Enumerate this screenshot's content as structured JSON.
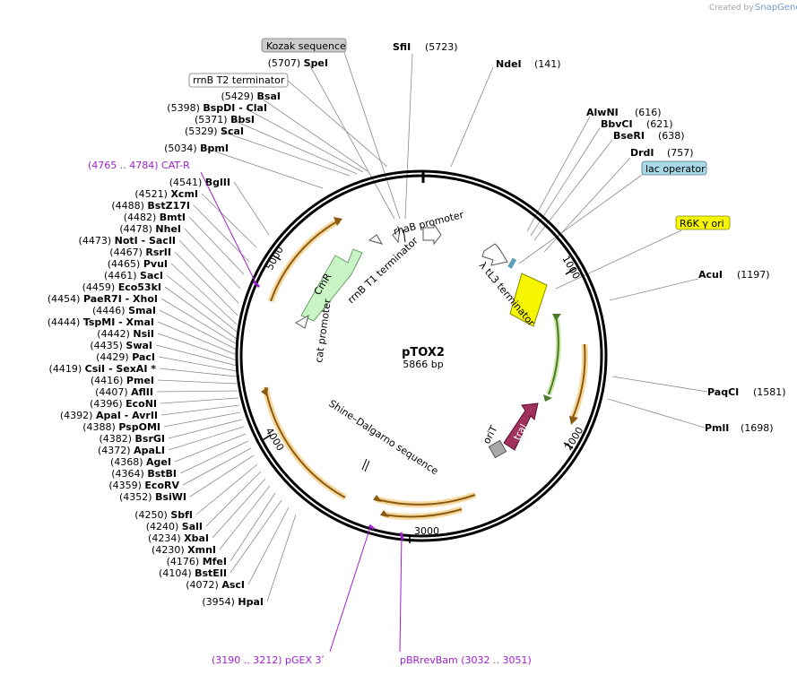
{
  "credit": {
    "created_by": "Created by",
    "app": "SnapGene"
  },
  "plasmid": {
    "name": "pTOX2",
    "size": "5866 bp"
  },
  "ticks": [
    {
      "label": "1000"
    },
    {
      "label": "2000"
    },
    {
      "label": "3000"
    },
    {
      "label": "4000"
    },
    {
      "label": "5000"
    }
  ],
  "features": {
    "kozak": "Kozak sequence",
    "rrnb_t2": "rrnB T2 terminator",
    "lac_operator": "lac operator",
    "r6k": "R6K γ ori",
    "rhab_promoter": "rhaB promoter",
    "rrnb_t1": "rrnB T1 terminator",
    "lambda_tl3": "λ tL3 terminator",
    "cmr": "CmR",
    "cat_promoter": "cat promoter",
    "shine_dalgarno": "Shine–Dalgarno sequence",
    "orit": "oriT",
    "traj": "traJ"
  },
  "top_enzymes": [
    {
      "name": "SfiI",
      "pos": "(5723)"
    },
    {
      "name": "NdeI",
      "pos": "(141)"
    }
  ],
  "right_enzymes": [
    {
      "name": "AlwNI",
      "pos": "(616)"
    },
    {
      "name": "BbvCI",
      "pos": "(621)"
    },
    {
      "name": "BseRI",
      "pos": "(638)"
    },
    {
      "name": "DrdI",
      "pos": "(757)"
    },
    {
      "name": "AcuI",
      "pos": "(1197)"
    },
    {
      "name": "PaqCI",
      "pos": "(1581)"
    },
    {
      "name": "PmlI",
      "pos": "(1698)"
    }
  ],
  "left_enzymes": [
    {
      "pos": "(5707)",
      "name": "SpeI"
    },
    {
      "pos": "(5429)",
      "name": "BsaI"
    },
    {
      "pos": "(5398)",
      "name": "BspDI",
      "extra": "- ClaI"
    },
    {
      "pos": "(5371)",
      "name": "BbsI"
    },
    {
      "pos": "(5329)",
      "name": "ScaI"
    },
    {
      "pos": "(5034)",
      "name": "BpmI"
    },
    {
      "pos": "(4541)",
      "name": "BglII"
    },
    {
      "pos": "(4521)",
      "name": "XcmI"
    },
    {
      "pos": "(4488)",
      "name": "BstZ17I"
    },
    {
      "pos": "(4482)",
      "name": "BmtI"
    },
    {
      "pos": "(4478)",
      "name": "NheI"
    },
    {
      "pos": "(4473)",
      "name": "NotI",
      "extra": "- SacII"
    },
    {
      "pos": "(4467)",
      "name": "RsrII"
    },
    {
      "pos": "(4465)",
      "name": "PvuI"
    },
    {
      "pos": "(4461)",
      "name": "SacI"
    },
    {
      "pos": "(4459)",
      "name": "Eco53kI"
    },
    {
      "pos": "(4454)",
      "name": "PaeR7I",
      "extra": "- XhoI"
    },
    {
      "pos": "(4446)",
      "name": "SmaI"
    },
    {
      "pos": "(4444)",
      "name": "TspMI",
      "extra": "- XmaI"
    },
    {
      "pos": "(4442)",
      "name": "NsiI"
    },
    {
      "pos": "(4435)",
      "name": "SwaI"
    },
    {
      "pos": "(4429)",
      "name": "PacI"
    },
    {
      "pos": "(4419)",
      "name": "CsiI",
      "extra": "- SexAI *"
    },
    {
      "pos": "(4416)",
      "name": "PmeI"
    },
    {
      "pos": "(4407)",
      "name": "AflII"
    },
    {
      "pos": "(4396)",
      "name": "EcoNI"
    },
    {
      "pos": "(4392)",
      "name": "ApaI",
      "extra": "- AvrII"
    },
    {
      "pos": "(4388)",
      "name": "PspOMI"
    },
    {
      "pos": "(4382)",
      "name": "BsrGI"
    },
    {
      "pos": "(4372)",
      "name": "ApaLI"
    },
    {
      "pos": "(4368)",
      "name": "AgeI"
    },
    {
      "pos": "(4364)",
      "name": "BstBI"
    },
    {
      "pos": "(4359)",
      "name": "EcoRV"
    },
    {
      "pos": "(4352)",
      "name": "BsiWI"
    },
    {
      "pos": "(4250)",
      "name": "SbfI"
    },
    {
      "pos": "(4240)",
      "name": "SalI"
    },
    {
      "pos": "(4234)",
      "name": "XbaI"
    },
    {
      "pos": "(4230)",
      "name": "XmnI"
    },
    {
      "pos": "(4176)",
      "name": "MfeI"
    },
    {
      "pos": "(4104)",
      "name": "BstEII"
    },
    {
      "pos": "(4072)",
      "name": "AscI"
    },
    {
      "pos": "(3954)",
      "name": "HpaI"
    }
  ],
  "primers": [
    {
      "label": "(4765 .. 4784)  CAT-R"
    },
    {
      "label": "(3190 .. 3212)  pGEX 3ʹ"
    },
    {
      "label": "pBRrevBam    (3032 .. 3051)"
    }
  ],
  "colors": {
    "backbone": "#000000",
    "feature_orange": "#f5a623",
    "feature_green": "#7ec850",
    "cmr_fill": "#c9f5c6",
    "ori_yellow": "#f6f600",
    "traj_fill": "#a0305c",
    "orit_fill": "#a8a8a8",
    "primer": "#a020d0",
    "lac_fill": "#a8d8e8",
    "kozak_fill": "#cccccc"
  }
}
